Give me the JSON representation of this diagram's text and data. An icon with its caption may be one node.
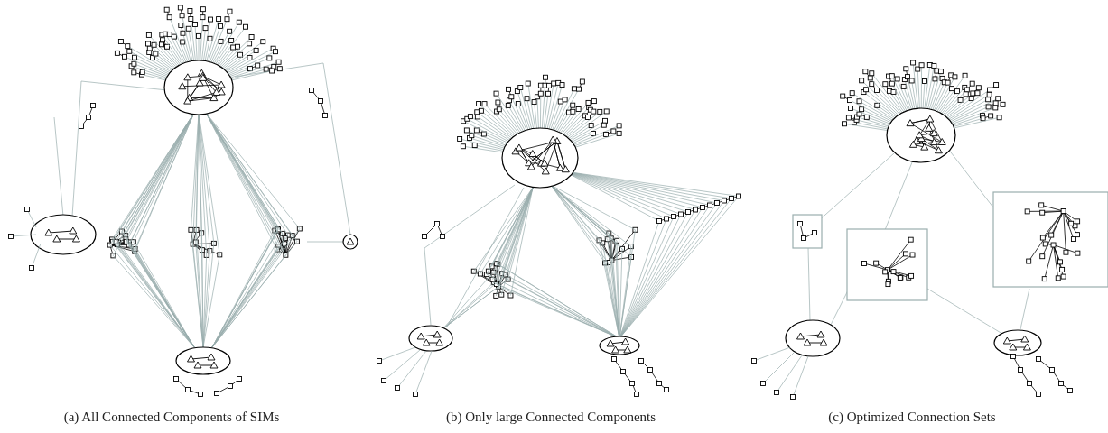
{
  "diagram": {
    "labels": [
      "(a)  All Connected Components of SIMs",
      "(b)  Only large Connected Components",
      "(c)  Optimized Connection Sets"
    ]
  }
}
